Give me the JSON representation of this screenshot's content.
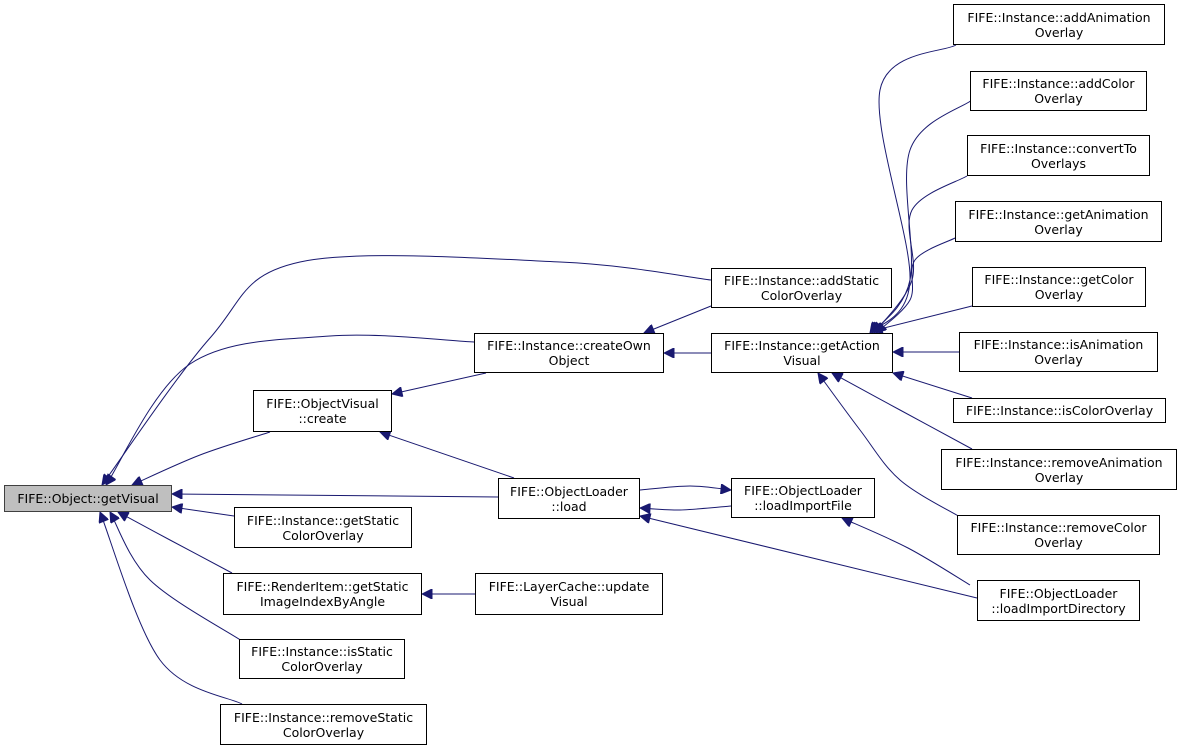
{
  "graph": {
    "edge_color": "#191970",
    "root_fill": "#bfbfbf",
    "nodes": [
      {
        "id": "getVisual",
        "lines": [
          "FIFE::Object::getVisual"
        ],
        "root": true
      },
      {
        "id": "addStaticColorOverlay",
        "lines": [
          "FIFE::Instance::addStatic",
          "ColorOverlay"
        ]
      },
      {
        "id": "createOwnObject",
        "lines": [
          "FIFE::Instance::createOwn",
          "Object"
        ]
      },
      {
        "id": "objectVisualCreate",
        "lines": [
          "FIFE::ObjectVisual",
          "::create"
        ]
      },
      {
        "id": "objectLoaderLoad",
        "lines": [
          "FIFE::ObjectLoader",
          "::load"
        ]
      },
      {
        "id": "getStaticColorOverlay",
        "lines": [
          "FIFE::Instance::getStatic",
          "ColorOverlay"
        ]
      },
      {
        "id": "getStaticImageIndexByAngle",
        "lines": [
          "FIFE::RenderItem::getStatic",
          "ImageIndexByAngle"
        ]
      },
      {
        "id": "isStaticColorOverlay",
        "lines": [
          "FIFE::Instance::isStatic",
          "ColorOverlay"
        ]
      },
      {
        "id": "removeStaticColorOverlay",
        "lines": [
          "FIFE::Instance::removeStatic",
          "ColorOverlay"
        ]
      },
      {
        "id": "getActionVisual",
        "lines": [
          "FIFE::Instance::getAction",
          "Visual"
        ]
      },
      {
        "id": "loadImportFile",
        "lines": [
          "FIFE::ObjectLoader",
          "::loadImportFile"
        ]
      },
      {
        "id": "updateVisual",
        "lines": [
          "FIFE::LayerCache::update",
          "Visual"
        ]
      },
      {
        "id": "loadImportDirectory",
        "lines": [
          "FIFE::ObjectLoader",
          "::loadImportDirectory"
        ]
      },
      {
        "id": "addAnimationOverlay",
        "lines": [
          "FIFE::Instance::addAnimation",
          "Overlay"
        ]
      },
      {
        "id": "addColorOverlay",
        "lines": [
          "FIFE::Instance::addColor",
          "Overlay"
        ]
      },
      {
        "id": "convertToOverlays",
        "lines": [
          "FIFE::Instance::convertTo",
          "Overlays"
        ]
      },
      {
        "id": "getAnimationOverlay",
        "lines": [
          "FIFE::Instance::getAnimation",
          "Overlay"
        ]
      },
      {
        "id": "getColorOverlay",
        "lines": [
          "FIFE::Instance::getColor",
          "Overlay"
        ]
      },
      {
        "id": "isAnimationOverlay",
        "lines": [
          "FIFE::Instance::isAnimation",
          "Overlay"
        ]
      },
      {
        "id": "isColorOverlay",
        "lines": [
          "FIFE::Instance::isColorOverlay"
        ]
      },
      {
        "id": "removeAnimationOverlay",
        "lines": [
          "FIFE::Instance::removeAnimation",
          "Overlay"
        ]
      },
      {
        "id": "removeColorOverlay",
        "lines": [
          "FIFE::Instance::removeColor",
          "Overlay"
        ]
      }
    ],
    "edges": [
      {
        "from": "addStaticColorOverlay",
        "to": "getVisual"
      },
      {
        "from": "createOwnObject",
        "to": "getVisual"
      },
      {
        "from": "objectVisualCreate",
        "to": "getVisual"
      },
      {
        "from": "objectLoaderLoad",
        "to": "getVisual"
      },
      {
        "from": "getStaticColorOverlay",
        "to": "getVisual"
      },
      {
        "from": "getStaticImageIndexByAngle",
        "to": "getVisual"
      },
      {
        "from": "isStaticColorOverlay",
        "to": "getVisual"
      },
      {
        "from": "removeStaticColorOverlay",
        "to": "getVisual"
      },
      {
        "from": "addStaticColorOverlay",
        "to": "createOwnObject"
      },
      {
        "from": "getActionVisual",
        "to": "createOwnObject"
      },
      {
        "from": "createOwnObject",
        "to": "objectVisualCreate"
      },
      {
        "from": "objectLoaderLoad",
        "to": "objectVisualCreate"
      },
      {
        "from": "loadImportFile",
        "to": "objectLoaderLoad"
      },
      {
        "from": "loadImportDirectory",
        "to": "objectLoaderLoad"
      },
      {
        "from": "objectLoaderLoad",
        "to": "loadImportFile"
      },
      {
        "from": "loadImportDirectory",
        "to": "loadImportFile"
      },
      {
        "from": "updateVisual",
        "to": "getStaticImageIndexByAngle"
      },
      {
        "from": "addAnimationOverlay",
        "to": "getActionVisual"
      },
      {
        "from": "addColorOverlay",
        "to": "getActionVisual"
      },
      {
        "from": "convertToOverlays",
        "to": "getActionVisual"
      },
      {
        "from": "getAnimationOverlay",
        "to": "getActionVisual"
      },
      {
        "from": "getColorOverlay",
        "to": "getActionVisual"
      },
      {
        "from": "isAnimationOverlay",
        "to": "getActionVisual"
      },
      {
        "from": "isColorOverlay",
        "to": "getActionVisual"
      },
      {
        "from": "removeAnimationOverlay",
        "to": "getActionVisual"
      },
      {
        "from": "removeColorOverlay",
        "to": "getActionVisual"
      }
    ]
  }
}
